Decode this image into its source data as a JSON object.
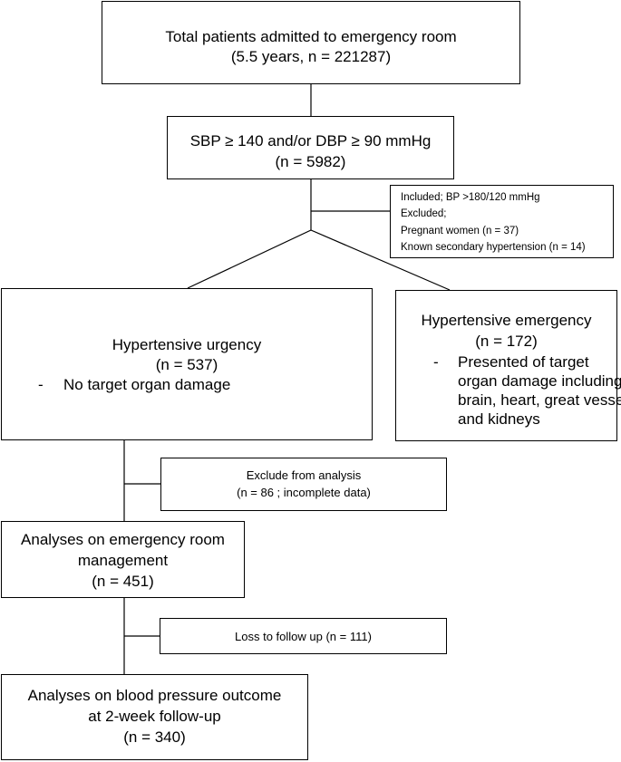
{
  "box_total": {
    "line1": "Total patients admitted to emergency room",
    "line2": "(5.5 years, n = 221287)"
  },
  "box_bp": {
    "line1": "SBP ≥ 140 and/or DBP ≥ 90 mmHg",
    "line2": "(n = 5982)"
  },
  "box_criteria": {
    "line1": "Included; BP >180/120 mmHg",
    "line2": "Excluded;",
    "line3": "Pregnant women (n = 37)",
    "line4": "Known secondary hypertension (n = 14)"
  },
  "box_urgency": {
    "line1": "Hypertensive urgency",
    "line2": "(n = 537)",
    "bullet": "-",
    "line3": "No target organ damage"
  },
  "box_emergency": {
    "line1": "Hypertensive emergency",
    "line2": "(n = 172)",
    "bullet": "-",
    "line3": "Presented of target",
    "line4": "organ damage including",
    "line5": "brain, heart, great vessel",
    "line6": "and kidneys"
  },
  "box_exclude": {
    "line1": "Exclude from analysis",
    "line2": "(n = 86 ; incomplete data)"
  },
  "box_management": {
    "line1": "Analyses on emergency room",
    "line2": "management",
    "line3": "(n = 451)"
  },
  "box_loss": {
    "line1": "Loss to follow up (n = 111)"
  },
  "box_outcome": {
    "line1": "Analyses on blood pressure outcome",
    "line2": "at 2-week follow-up",
    "line3": "(n = 340)"
  }
}
